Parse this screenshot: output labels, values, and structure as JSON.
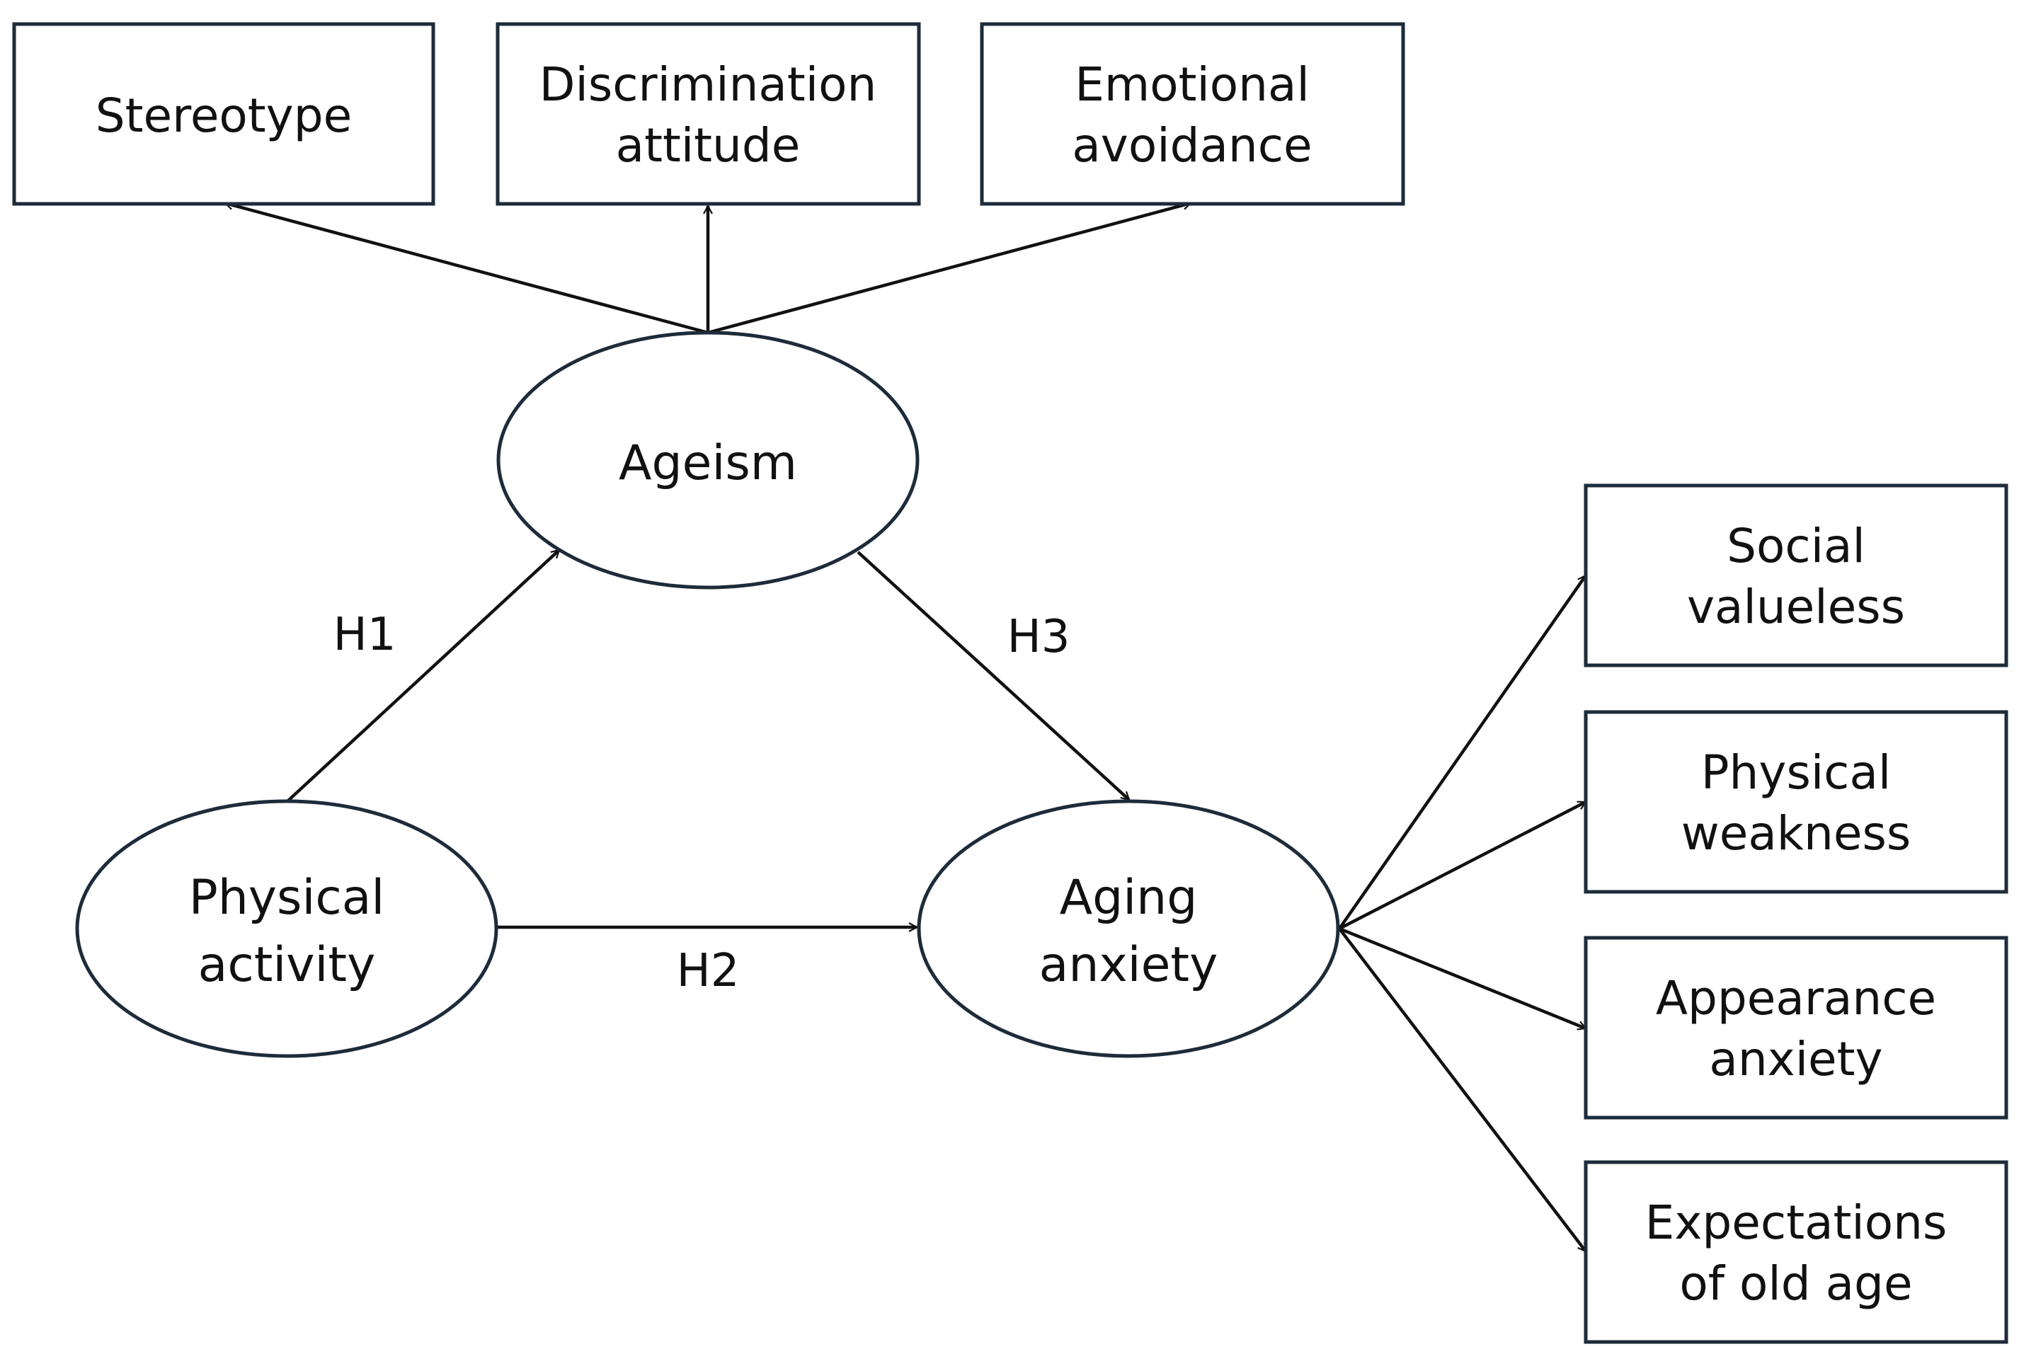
{
  "nodes": {
    "stereotype": {
      "lines": [
        "Stereotype"
      ]
    },
    "discrimination_attitude": {
      "lines": [
        "Discrimination",
        "attitude"
      ]
    },
    "emotional_avoidance": {
      "lines": [
        "Emotional",
        "avoidance"
      ]
    },
    "ageism": {
      "lines": [
        "Ageism"
      ]
    },
    "physical_activity": {
      "lines": [
        "Physical",
        "activity"
      ]
    },
    "aging_anxiety": {
      "lines": [
        "Aging",
        "anxiety"
      ]
    },
    "social_valueless": {
      "lines": [
        "Social",
        "valueless"
      ]
    },
    "physical_weakness": {
      "lines": [
        "Physical",
        "weakness"
      ]
    },
    "appearance_anxiety": {
      "lines": [
        "Appearance",
        "anxiety"
      ]
    },
    "expectations_old_age": {
      "lines": [
        "Expectations",
        "of old age"
      ]
    }
  },
  "hypotheses": {
    "h1": "H1",
    "h2": "H2",
    "h3": "H3"
  },
  "edges": [
    {
      "from": "ageism",
      "to": "stereotype"
    },
    {
      "from": "ageism",
      "to": "discrimination_attitude"
    },
    {
      "from": "ageism",
      "to": "emotional_avoidance"
    },
    {
      "from": "physical_activity",
      "to": "ageism",
      "label": "h1"
    },
    {
      "from": "physical_activity",
      "to": "aging_anxiety",
      "label": "h2"
    },
    {
      "from": "ageism",
      "to": "aging_anxiety",
      "label": "h3"
    },
    {
      "from": "aging_anxiety",
      "to": "social_valueless"
    },
    {
      "from": "aging_anxiety",
      "to": "physical_weakness"
    },
    {
      "from": "aging_anxiety",
      "to": "appearance_anxiety"
    },
    {
      "from": "aging_anxiety",
      "to": "expectations_old_age"
    }
  ]
}
